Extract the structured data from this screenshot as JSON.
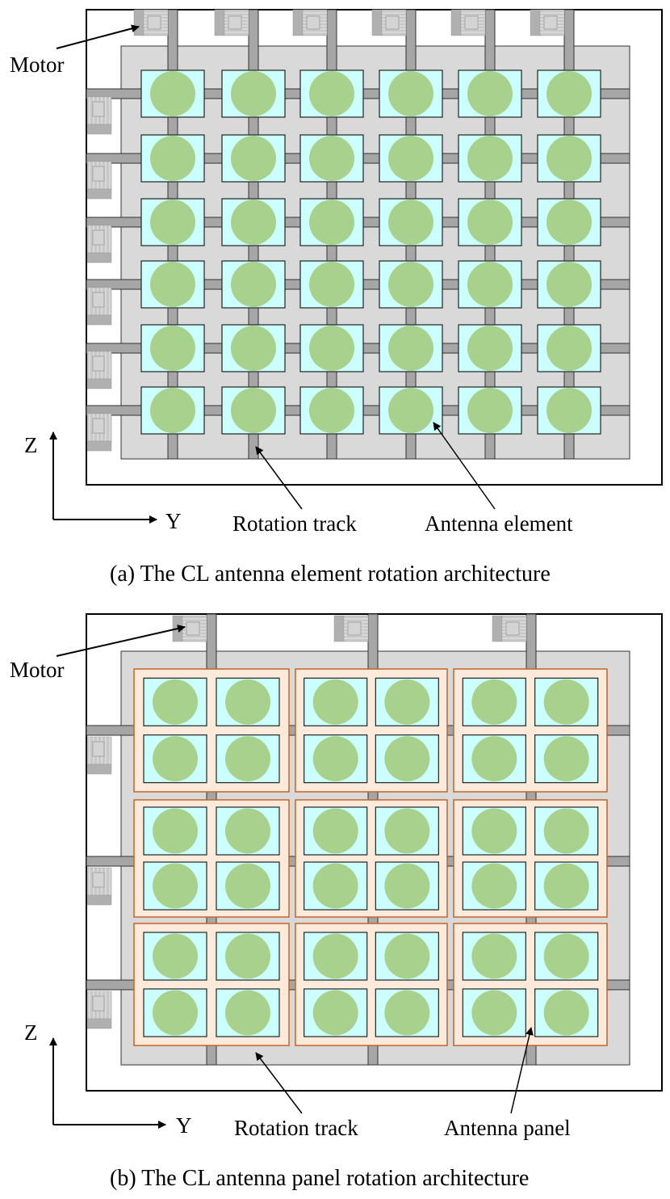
{
  "figure_a": {
    "caption": "(a) The  CL antenna element rotation architecture",
    "motor_label": "Motor",
    "track_label": "Rotation track",
    "element_label": "Antenna element",
    "axis_z": "Z",
    "axis_y": "Y",
    "grid_rows": 6,
    "grid_cols": 6,
    "top_motor_count": 6,
    "side_motor_count": 6
  },
  "figure_b": {
    "caption": "(b) The  CL antenna panel rotation architecture",
    "motor_label": "Motor",
    "track_label": "Rotation  track",
    "panel_label": "Antenna panel",
    "axis_z": "Z",
    "axis_y": "Y",
    "panel_rows": 3,
    "panel_cols": 3,
    "elements_per_panel_rows": 2,
    "elements_per_panel_cols": 2,
    "top_motor_count": 3,
    "side_motor_count": 3
  },
  "colors": {
    "frame": "#000000",
    "plate": "#d9d9d9",
    "track": "#a6a6a6",
    "cell": "#ccffff",
    "element": "#a9d18e",
    "panel_fill": "#fdeadb",
    "panel_stroke": "#c0652a",
    "motor": "#c8c8c8"
  }
}
